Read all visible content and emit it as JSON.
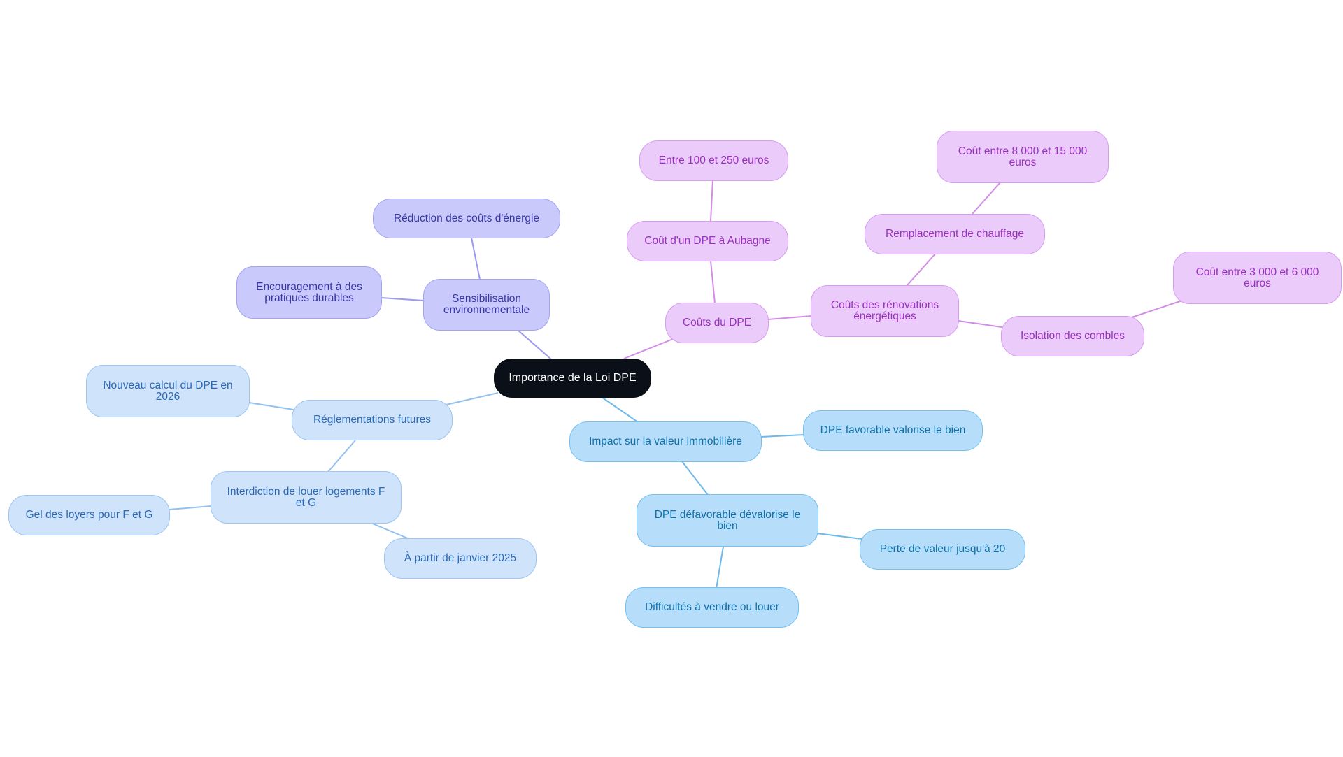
{
  "nodes": {
    "root": "Importance de la Loi DPE",
    "sensibilisation": "Sensibilisation environnementale",
    "reduction_couts": "Réduction des coûts d'énergie",
    "encouragement": "Encouragement à des pratiques durables",
    "couts_dpe": "Coûts du DPE",
    "cout_aubagne": "Coût d'un DPE à Aubagne",
    "entre_100_250": "Entre 100 et 250 euros",
    "couts_renovations": "Coûts des rénovations énergétiques",
    "remplacement_chauffage": "Remplacement de chauffage",
    "cout_8000_15000": "Coût entre 8 000 et 15 000 euros",
    "isolation_combles": "Isolation des combles",
    "cout_3000_6000": "Coût entre 3 000 et 6 000 euros",
    "impact_valeur": "Impact sur la valeur immobilière",
    "dpe_favorable": "DPE favorable valorise le bien",
    "dpe_defavorable": "DPE défavorable dévalorise le bien",
    "perte_valeur": "Perte de valeur jusqu'à 20",
    "difficultes": "Difficultés à vendre ou louer",
    "reglementations": "Réglementations futures",
    "nouveau_calcul": "Nouveau calcul du DPE en 2026",
    "interdiction": "Interdiction de louer logements F et G",
    "gel_loyers": "Gel des loyers pour F et G",
    "janvier_2025": "À partir de janvier 2025"
  },
  "colors": {
    "root": "#0b0f17",
    "indigo_branch": "#c9c9fc",
    "purple_branch": "#ebcbfa",
    "sky_branch": "#b6defb",
    "pale_branch": "#cfe3fb"
  }
}
